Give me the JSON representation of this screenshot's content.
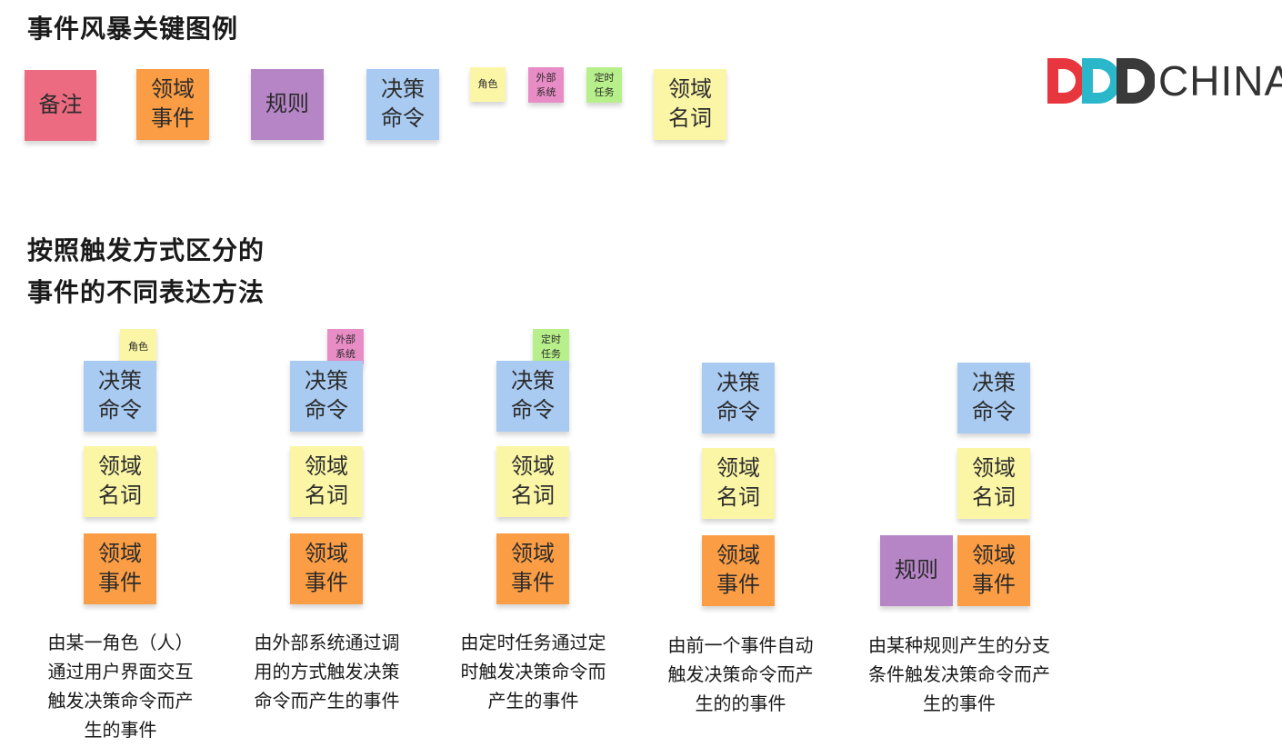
{
  "legend": {
    "title": "事件风暴关键图例",
    "notes": {
      "remark": "备注",
      "domain_event": "领域\n事件",
      "rule": "规则",
      "command": "决策\n命令",
      "role": "角色",
      "external_system": "外部\n系统",
      "timer": "定时\n任务",
      "domain_noun": "领域\n名词"
    }
  },
  "logo": {
    "text": "CHINA",
    "colors": [
      "#e8363f",
      "#2ab7ca",
      "#3a3a3a"
    ]
  },
  "section": {
    "title_line1": "按照触发方式区分的",
    "title_line2": "事件的不同表达方法"
  },
  "columns": [
    {
      "trigger": "角色",
      "command": "决策\n命令",
      "noun": "领域\n名词",
      "event": "领域\n事件",
      "caption": "由某一角色（人）\n通过用户界面交互\n触发决策命令而产\n生的事件"
    },
    {
      "trigger": "外部\n系统",
      "command": "决策\n命令",
      "noun": "领域\n名词",
      "event": "领域\n事件",
      "caption": "由外部系统通过调\n用的方式触发决策\n命令而产生的事件"
    },
    {
      "trigger": "定时\n任务",
      "command": "决策\n命令",
      "noun": "领域\n名词",
      "event": "领域\n事件",
      "caption": "由定时任务通过定\n时触发决策命令而\n产生的事件"
    },
    {
      "command": "决策\n命令",
      "noun": "领域\n名词",
      "event": "领域\n事件",
      "caption": "由前一个事件自动\n触发决策命令而产\n生的的事件"
    },
    {
      "rule": "规则",
      "command": "决策\n命令",
      "noun": "领域\n名词",
      "event": "领域\n事件",
      "caption": "由某种规则产生的分支\n条件触发决策命令而产\n生的事件"
    }
  ],
  "colors": {
    "remark": "#ec6b80",
    "domain_event": "#fb9d44",
    "rule": "#b585c6",
    "command": "#a9cbf2",
    "role": "#fbf6a6",
    "external_system": "#e88cc6",
    "timer": "#b7f08a",
    "domain_noun": "#fbf6a6"
  }
}
